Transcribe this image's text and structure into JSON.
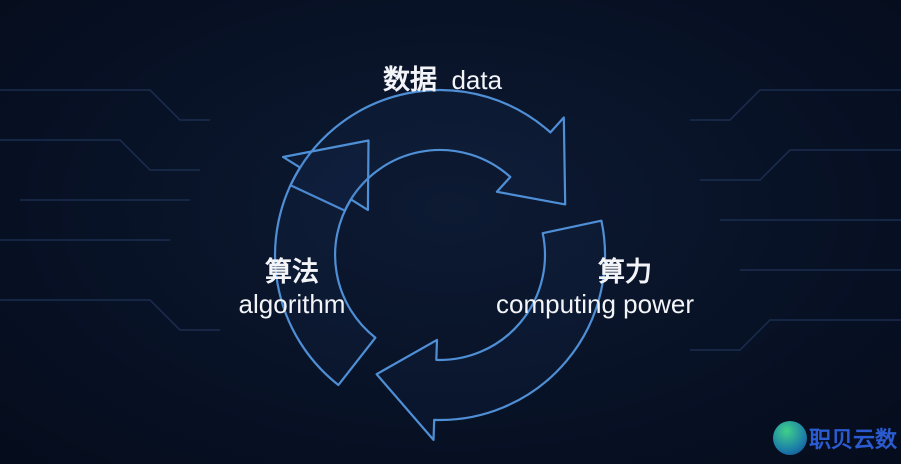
{
  "labels": {
    "data": {
      "zh": "数据",
      "en": "data"
    },
    "computing": {
      "zh": "算力",
      "en": "computing power"
    },
    "algorithm": {
      "zh": "算法",
      "en": "algorithm"
    }
  },
  "watermark": "职贝云数",
  "colors": {
    "background": "#081226",
    "arrow_outline": "#4f8fd6",
    "text": "#f2f4f8"
  }
}
